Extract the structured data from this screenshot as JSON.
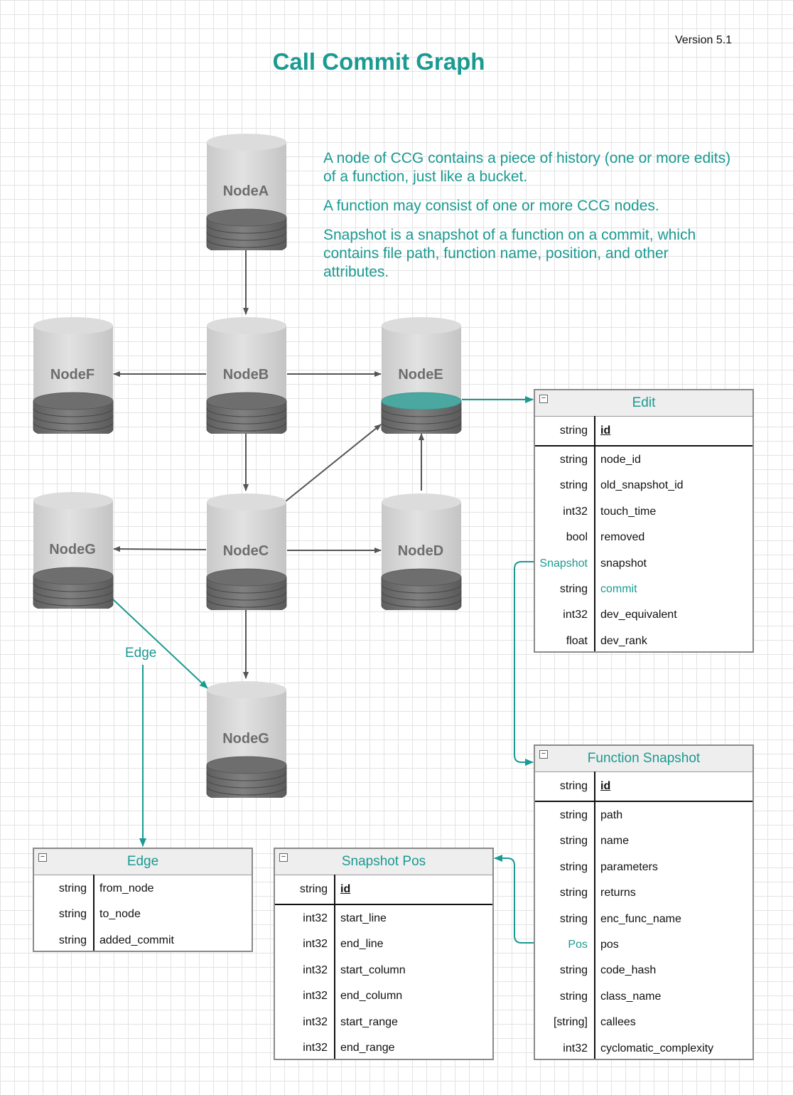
{
  "version": "Version 5.1",
  "title": "Call Commit Graph",
  "description": [
    "A node of CCG contains a piece of history (one or more edits) of a function, just like a bucket.",
    "A function may consist of one or more CCG nodes.",
    "Snapshot is a snapshot of a function on a commit, which contains file path, function name, position, and other attributes."
  ],
  "nodes": {
    "a": "NodeA",
    "b": "NodeB",
    "c": "NodeC",
    "d": "NodeD",
    "e": "NodeE",
    "f": "NodeF",
    "g1": "NodeG",
    "g2": "NodeG"
  },
  "edge_label": "Edge",
  "colors": {
    "accent": "#1a9a91",
    "node_top": "#d9d9d9",
    "node_disk": "#6e6e6e",
    "highlight_disk": "#4aa8a0"
  },
  "tables": {
    "edit": {
      "title": "Edit",
      "key": {
        "type": "string",
        "name": "id"
      },
      "rows": [
        {
          "type": "string",
          "name": "node_id"
        },
        {
          "type": "string",
          "name": "old_snapshot_id"
        },
        {
          "type": "int32",
          "name": "touch_time"
        },
        {
          "type": "bool",
          "name": "removed"
        },
        {
          "type": "Snapshot",
          "name": "snapshot"
        },
        {
          "type": "string",
          "name": "commit"
        },
        {
          "type": "int32",
          "name": "dev_equivalent"
        },
        {
          "type": "float",
          "name": "dev_rank"
        }
      ]
    },
    "function_snapshot": {
      "title": "Function Snapshot",
      "key": {
        "type": "string",
        "name": "id"
      },
      "rows": [
        {
          "type": "string",
          "name": "path"
        },
        {
          "type": "string",
          "name": "name"
        },
        {
          "type": "string",
          "name": "parameters"
        },
        {
          "type": "string",
          "name": "returns"
        },
        {
          "type": "string",
          "name": "enc_func_name"
        },
        {
          "type": "Pos",
          "name": "pos"
        },
        {
          "type": "string",
          "name": "code_hash"
        },
        {
          "type": "string",
          "name": "class_name"
        },
        {
          "type": "[string]",
          "name": "callees"
        },
        {
          "type": "int32",
          "name": "cyclomatic_complexity"
        }
      ]
    },
    "snapshot_pos": {
      "title": "Snapshot Pos",
      "key": {
        "type": "string",
        "name": "id"
      },
      "rows": [
        {
          "type": "int32",
          "name": "start_line"
        },
        {
          "type": "int32",
          "name": "end_line"
        },
        {
          "type": "int32",
          "name": "start_column"
        },
        {
          "type": "int32",
          "name": "end_column"
        },
        {
          "type": "int32",
          "name": "start_range"
        },
        {
          "type": "int32",
          "name": "end_range"
        }
      ]
    },
    "edge": {
      "title": "Edge",
      "rows": [
        {
          "type": "string",
          "name": "from_node"
        },
        {
          "type": "string",
          "name": "to_node"
        },
        {
          "type": "string",
          "name": "added_commit"
        }
      ]
    }
  }
}
